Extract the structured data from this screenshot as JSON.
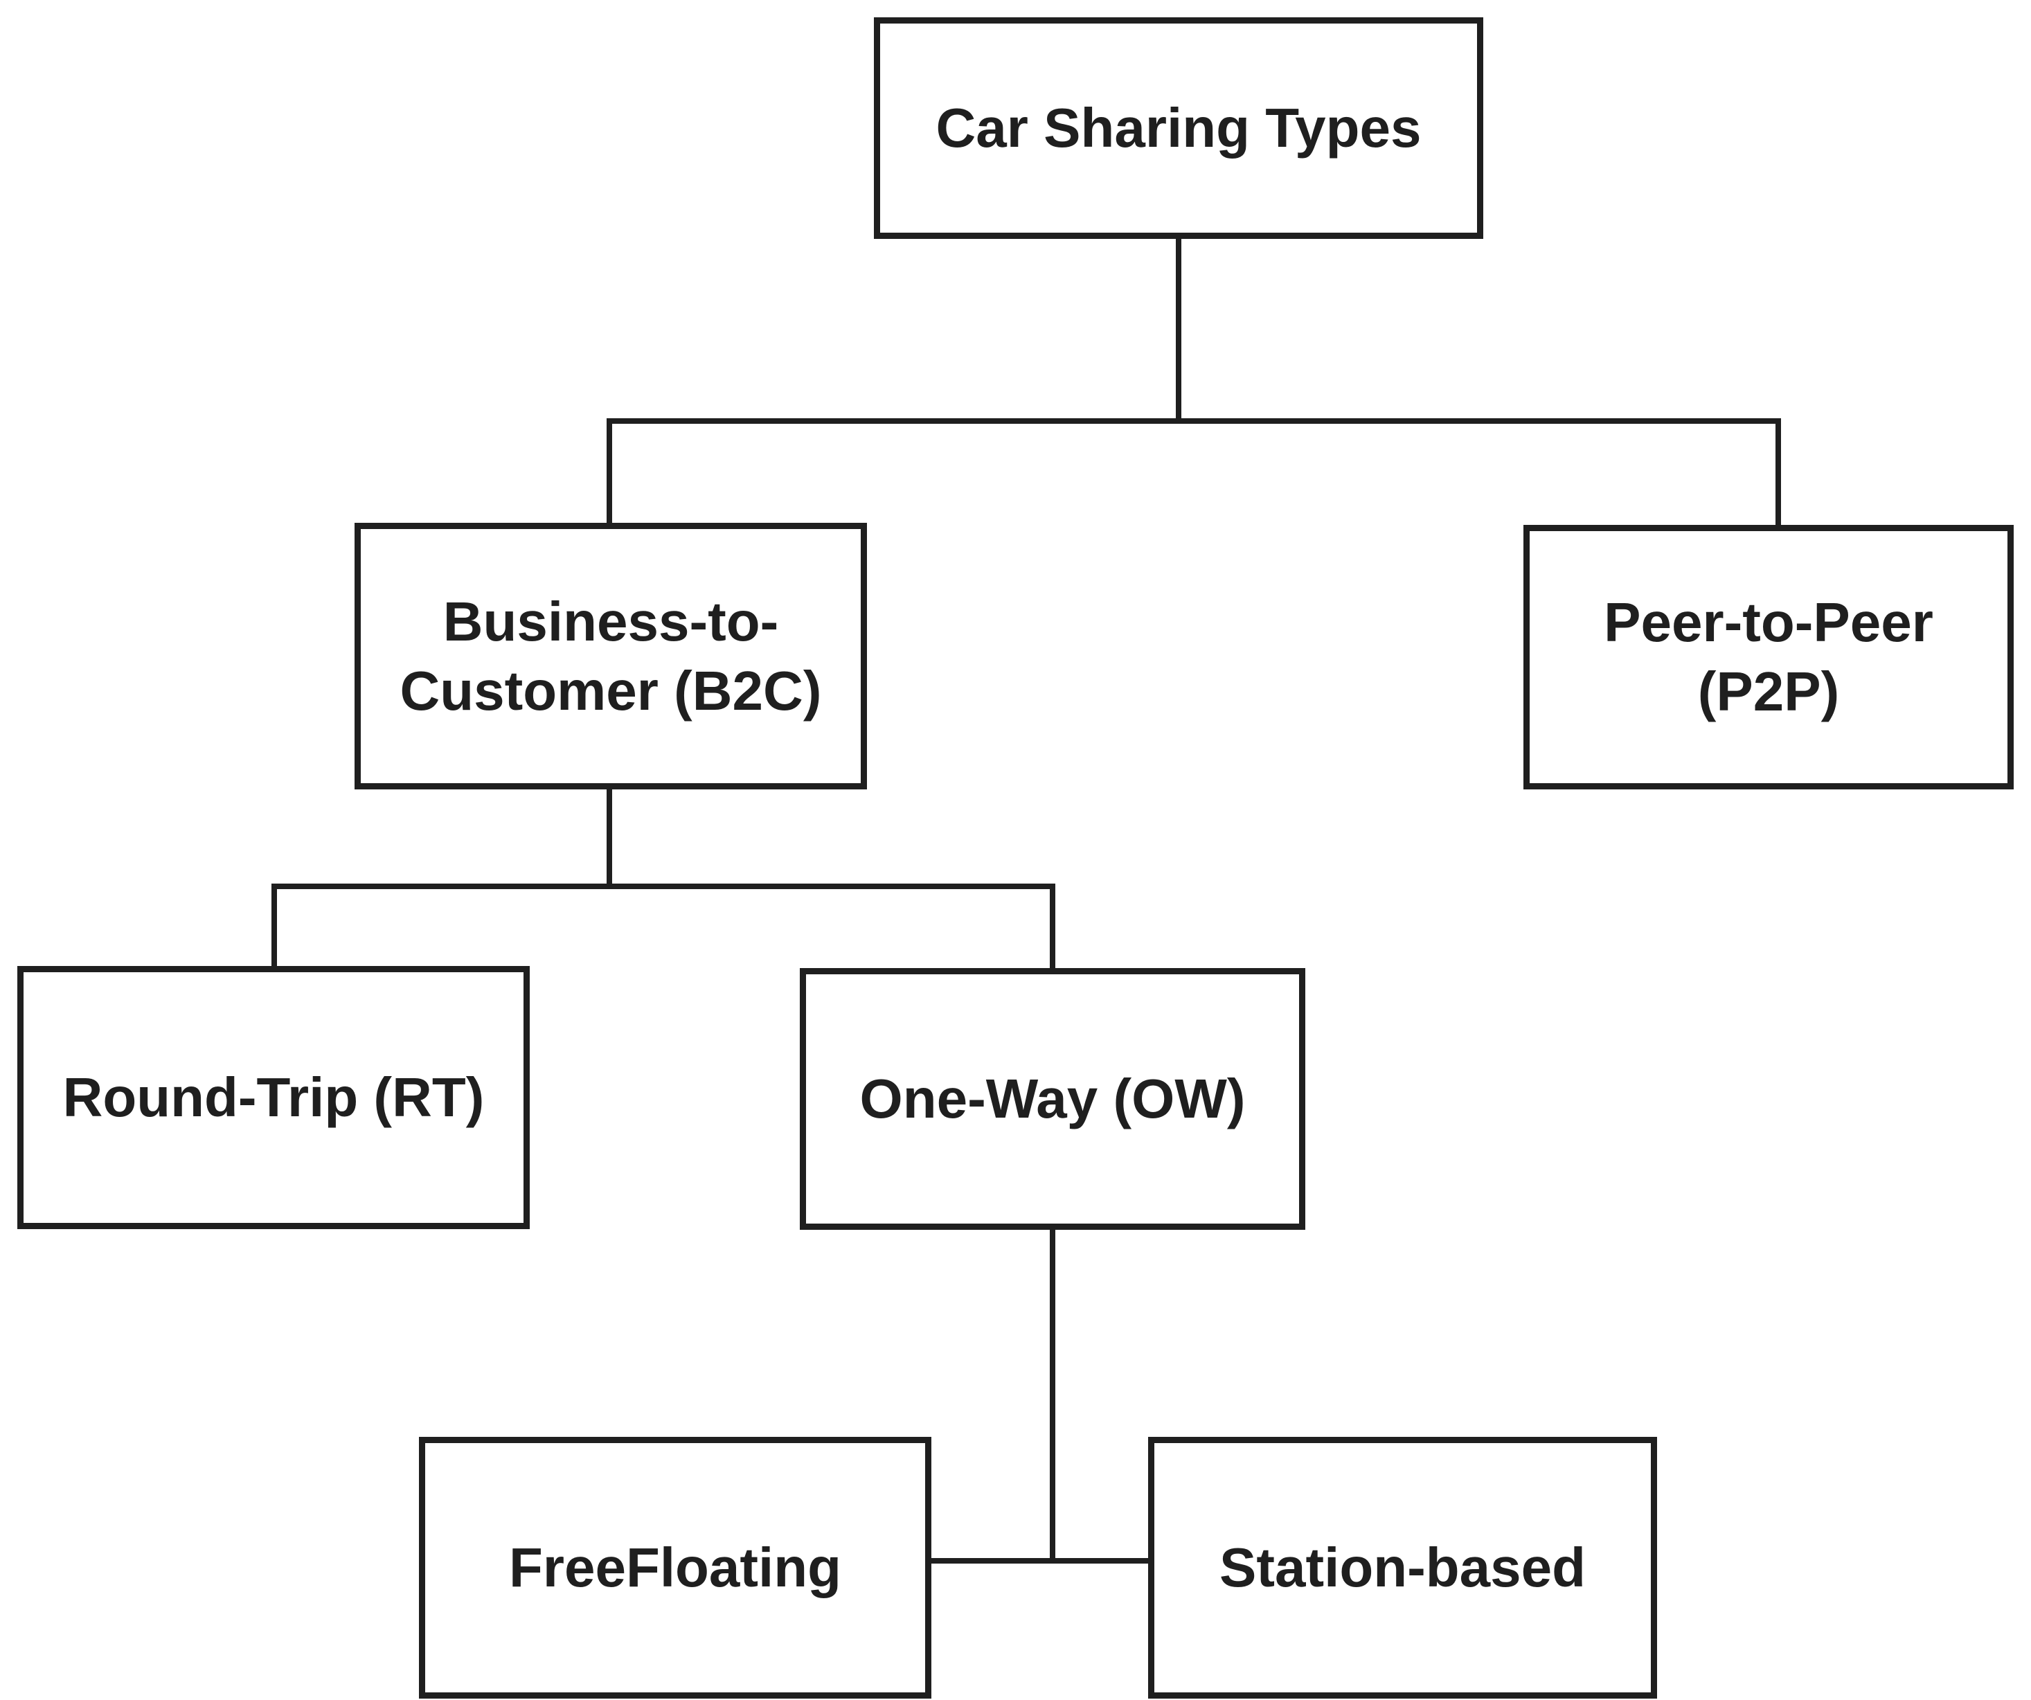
{
  "diagram": {
    "title": "Car Sharing Types",
    "nodes": {
      "root": {
        "label": "Car Sharing Types"
      },
      "b2c": {
        "label": "Business-to-Customer (B2C)"
      },
      "p2p": {
        "label": "Peer-to-Peer (P2P)"
      },
      "rt": {
        "label": "Round-Trip (RT)"
      },
      "ow": {
        "label": "One-Way (OW)"
      },
      "ff": {
        "label": "FreeFloating"
      },
      "sb": {
        "label": "Station-based"
      }
    },
    "edges": [
      {
        "from": "Car Sharing Types",
        "to": "Business-to-Customer (B2C)"
      },
      {
        "from": "Car Sharing Types",
        "to": "Peer-to-Peer (P2P)"
      },
      {
        "from": "Business-to-Customer (B2C)",
        "to": "Round-Trip (RT)"
      },
      {
        "from": "Business-to-Customer (B2C)",
        "to": "One-Way (OW)"
      },
      {
        "from": "One-Way (OW)",
        "to": "FreeFloating"
      },
      {
        "from": "One-Way (OW)",
        "to": "Station-based"
      }
    ],
    "colors": {
      "line": "#1f1f1f",
      "box_border": "#1f1f1f",
      "box_fill": "#ffffff",
      "text": "#1f1f1f",
      "background": "#ffffff"
    }
  }
}
